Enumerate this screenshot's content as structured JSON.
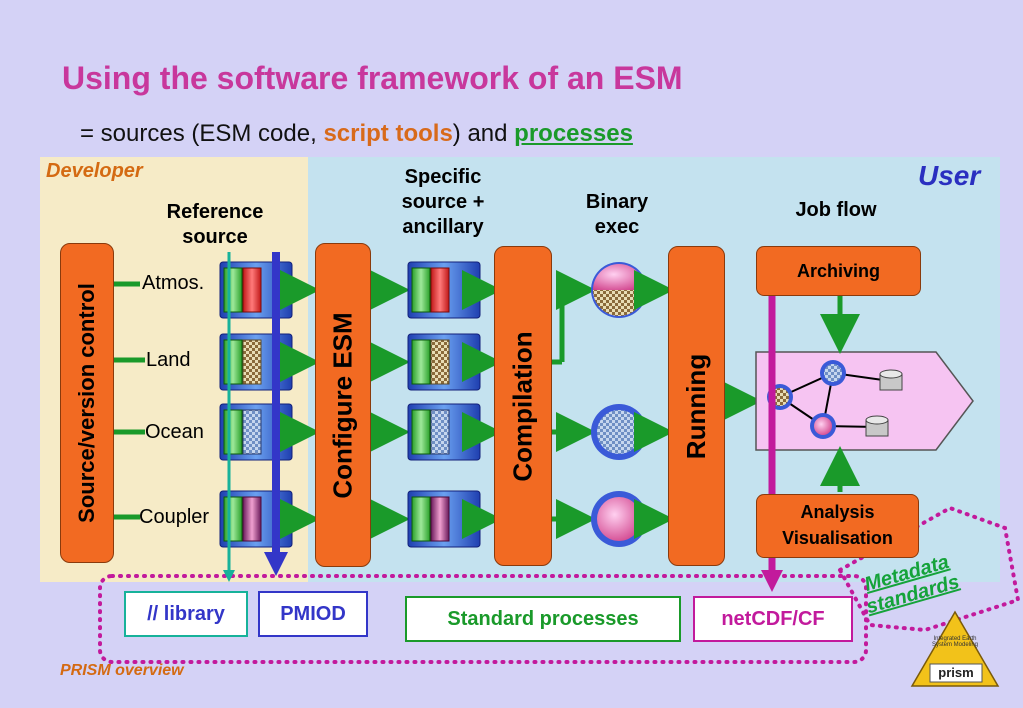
{
  "title": "Using the software framework of an ESM",
  "subtitle": {
    "prefix": "= sources (ESM code, ",
    "script_tools": "script tools",
    "middle": ") and ",
    "processes": "processes"
  },
  "panels": {
    "developer": "Developer",
    "user": "User"
  },
  "headers": {
    "reference_source": [
      "Reference",
      "source"
    ],
    "specific_source": [
      "Specific",
      "source +",
      "ancillary"
    ],
    "binary_exec": [
      "Binary",
      "exec"
    ],
    "job_flow": "Job flow"
  },
  "stages": {
    "source_control": "Source/version control",
    "configure": "Configure ESM",
    "compilation": "Compilation",
    "running": "Running",
    "archiving": "Archiving",
    "analysis": [
      "Analysis",
      "Visualisation"
    ]
  },
  "components": [
    "Atmos.",
    "Land",
    "Ocean",
    "Coupler"
  ],
  "bottom_boxes": {
    "library": "// library",
    "pmiod": "PMIOD",
    "standard_processes": "Standard processes",
    "netcdf": "netCDF/CF"
  },
  "metadata": [
    "Metadata",
    "standards"
  ],
  "footer": "PRISM overview",
  "logo": {
    "text": "prism",
    "caption": "Integrated Earth System Modeling"
  },
  "colors": {
    "title": "#c8379c",
    "orange": "#f26a22",
    "library_cyan": "#17b29a",
    "pmiod_blue": "#3336c8",
    "process_green": "#1a9a2a",
    "netcdf_magenta": "#c21a9c",
    "user_blue": "#2a2fc0"
  }
}
